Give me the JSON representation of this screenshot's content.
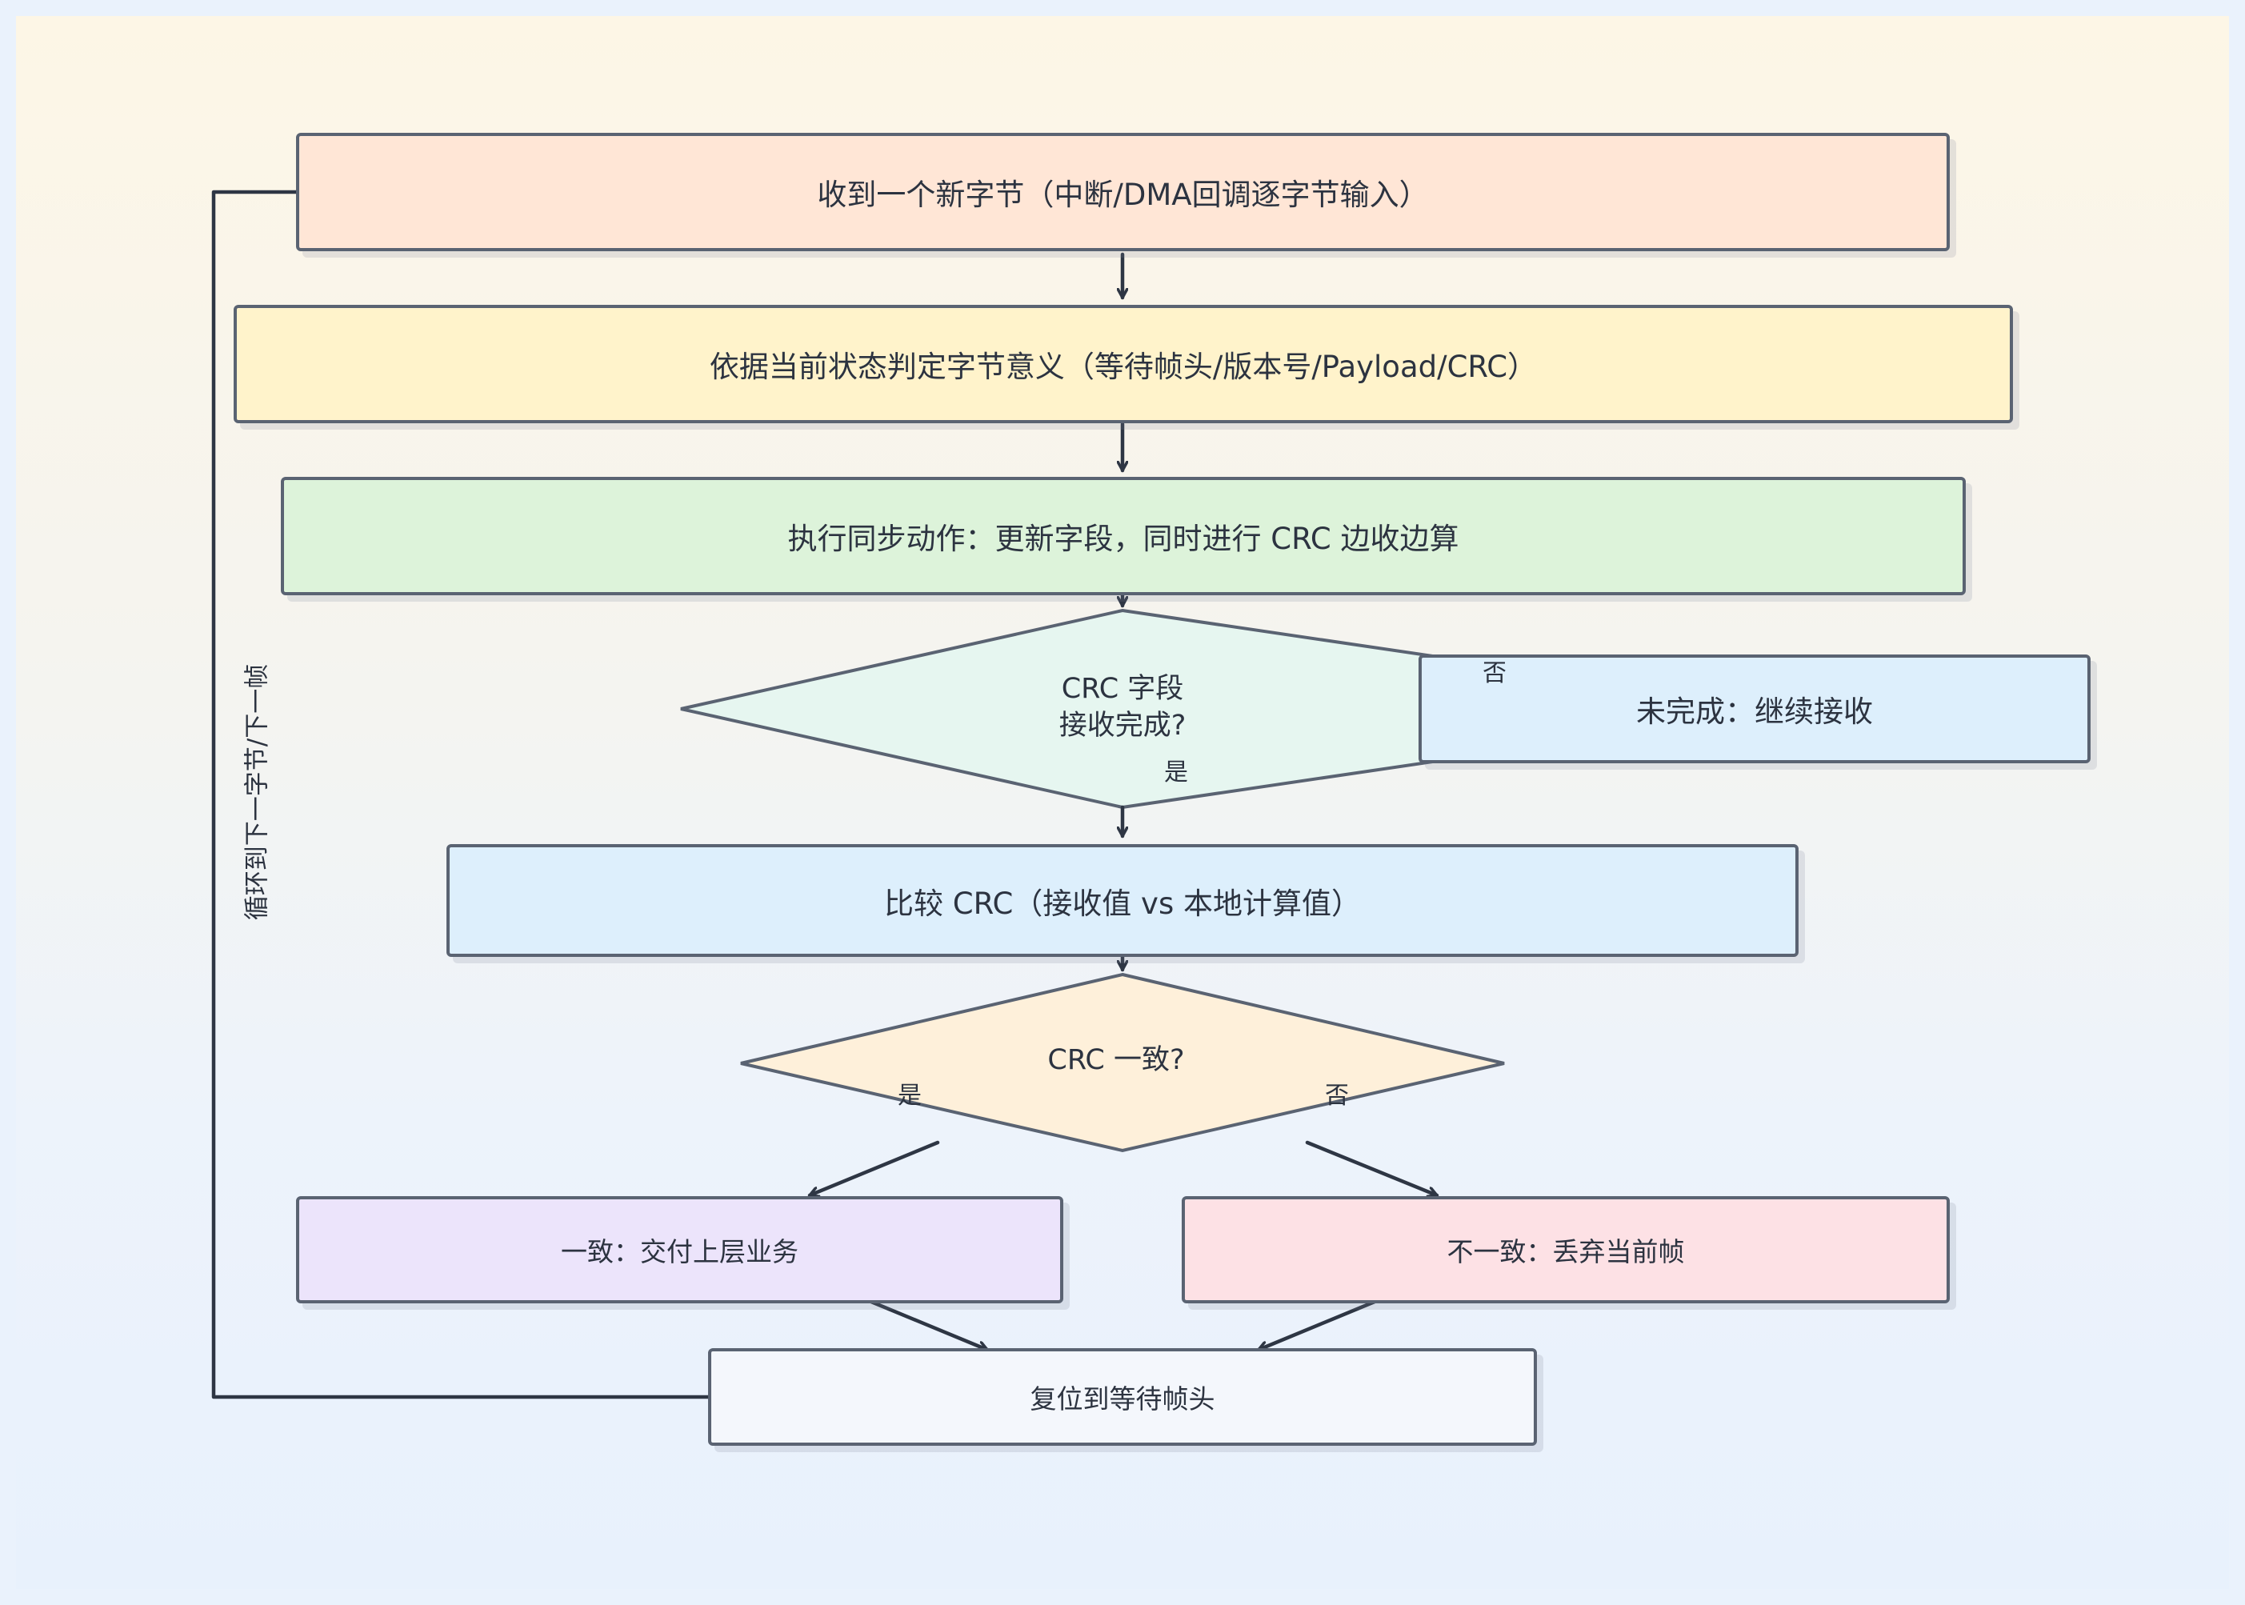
{
  "nodes": {
    "receive": "收到一个新字节（中断/DMA回调逐字节输入）",
    "judge": "依据当前状态判定字节意义（等待帧头/版本号/Payload/CRC）",
    "sync": "执行同步动作：更新字段，同时进行 CRC 边收边算",
    "crc_done_q1": "CRC 字段",
    "crc_done_q2": "接收完成?",
    "continue": "未完成：继续接收",
    "compare": "比较 CRC（接收值 vs 本地计算值）",
    "crc_match_q": "CRC 一致?",
    "deliver": "一致：交付上层业务",
    "discard": "不一致：丢弃当前帧",
    "reset": "复位到等待帧头"
  },
  "edges": {
    "no_continue": "否",
    "yes_done": "是",
    "yes_match": "是",
    "no_match": "否",
    "loop": "循环到下一字节/下一帧"
  },
  "colors": {
    "stroke": "#5a6372",
    "arrow": "#2e3644",
    "receive": "#ffe6d6",
    "judge": "#fff3cb",
    "sync": "#ddf3da",
    "diamond1": "#e6f6f0",
    "continue": "#ddeffc",
    "compare": "#ddeffc",
    "diamond2": "#fef0da",
    "deliver": "#ece4fb",
    "discard": "#fde1e5",
    "reset": "#f4f7fc"
  }
}
